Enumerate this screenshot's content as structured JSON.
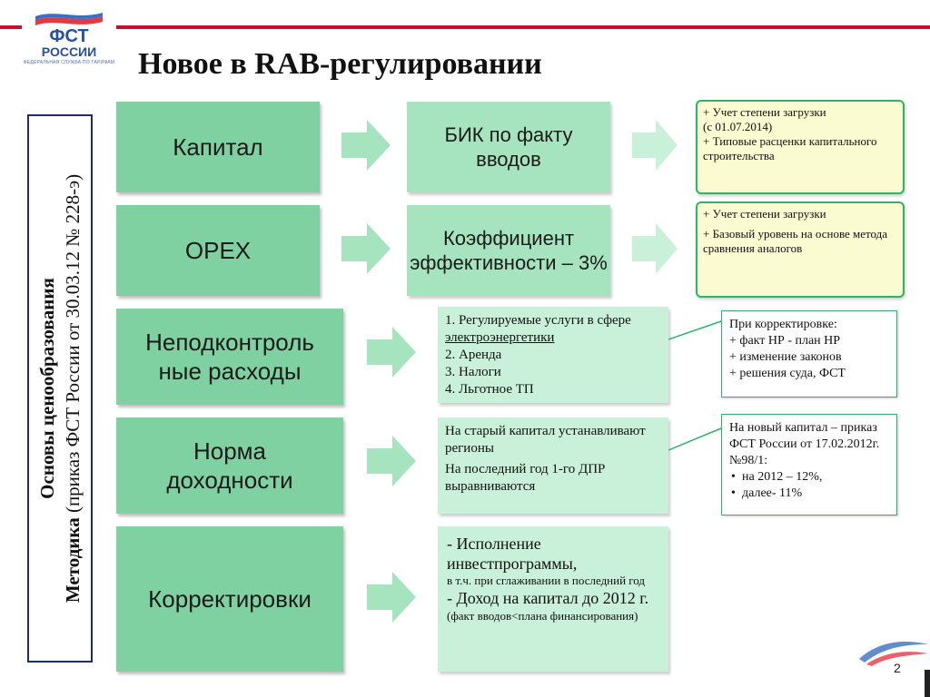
{
  "header": {
    "logo_text": "ФСТ",
    "logo_subtext": "РОССИИ",
    "logo_caption": "ФЕДЕРАЛЬНАЯ СЛУЖБА ПО ТАРИФАМ",
    "title": "Новое в RAB-регулировании"
  },
  "sidebar": {
    "line1": "Основы ценообразования",
    "line2_bold": "Методика",
    "line2_normal": " (приказ ФСТ России от 30.03.12 № 228-э)"
  },
  "rows": {
    "capital": {
      "label": "Капитал",
      "middle": "БИК по факту вводов",
      "notes": [
        "+ Учет степени загрузки",
        "(с 01.07.2014)",
        "+ Типовые расценки капитального строительства"
      ]
    },
    "opex": {
      "label": "OPEX",
      "middle": "Коэффициент эффективности – 3%",
      "notes": [
        "+ Учет степени загрузки",
        "+ Базовый уровень на основе метода сравнения аналогов"
      ]
    },
    "uncontrolled": {
      "label": "Неподконтроль ные расходы",
      "items": [
        "1. Регулируемые услуги в сфере ",
        "электроэнергетики",
        "2. Аренда",
        "3. Налоги",
        "4. Льготное ТП"
      ],
      "callout": [
        "При корректировке:",
        "+ факт НР - план НР",
        "+ изменение законов",
        "+ решения суда, ФСТ"
      ]
    },
    "return": {
      "label": "Норма доходности",
      "items": [
        "На старый капитал устанавливают регионы",
        "На последний год 1-го ДПР выравниваются"
      ],
      "callout": [
        "На новый капитал – приказ ФСТ России от 17.02.2012г. №98/1:",
        "на 2012 – 12%,",
        "далее- 11%"
      ]
    },
    "adjust": {
      "label": "Корректировки",
      "items": [
        "- Исполнение инвестпрограммы,",
        "в т.ч. при сглаживании в последний год",
        "- Доход на капитал до 2012 г.",
        " (факт вводов<плана финансирования)"
      ]
    }
  },
  "footer": {
    "page": "2"
  },
  "colors": {
    "accent_red": "#c8102e",
    "green_dark": "#7fd1a2",
    "green_mid": "#a6e3bf",
    "green_light": "#c9f0d8",
    "note_yellow": "#fbfbd2",
    "border_navy": "#1f2d6b"
  }
}
